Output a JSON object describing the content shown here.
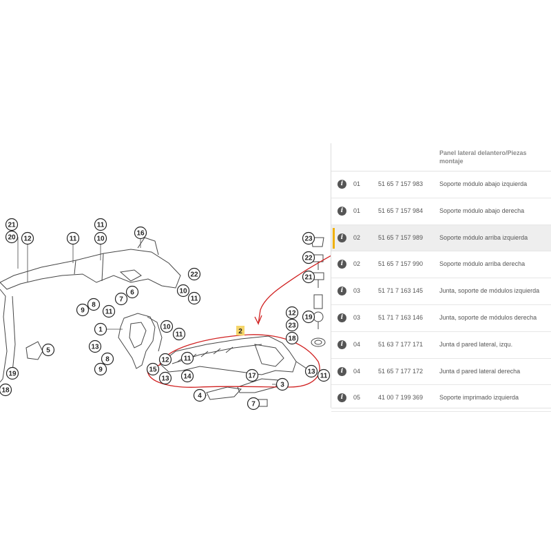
{
  "panel": {
    "title": "Panel lateral delantero/Piezas montaje",
    "rows": [
      {
        "group": "01",
        "part": "51 65 7 157 983",
        "desc": "Soporte módulo abajo izquierda"
      },
      {
        "group": "01",
        "part": "51 65 7 157 984",
        "desc": "Soporte módulo abajo derecha"
      },
      {
        "group": "02",
        "part": "51 65 7 157 989",
        "desc": "Soporte módulo arriba izquierda"
      },
      {
        "group": "02",
        "part": "51 65 7 157 990",
        "desc": "Soporte módulo arriba derecha"
      },
      {
        "group": "03",
        "part": "51 71 7 163 145",
        "desc": "Junta, soporte de módulos izquierda"
      },
      {
        "group": "03",
        "part": "51 71 7 163 146",
        "desc": "Junta, soporte de módulos derecha"
      },
      {
        "group": "04",
        "part": "51 63 7 177 171",
        "desc": "Junta d pared lateral, izqu."
      },
      {
        "group": "04",
        "part": "51 65 7 177 172",
        "desc": "Junta d pared lateral derecha"
      },
      {
        "group": "05",
        "part": "41 00 7 199 369",
        "desc": "Soporte imprimado izquierda"
      }
    ],
    "selected_index": 2,
    "info_icon": "i"
  },
  "diagram": {
    "callouts": [
      "21",
      "20",
      "12",
      "11",
      "11",
      "10",
      "16",
      "22",
      "10",
      "11",
      "9",
      "8",
      "11",
      "7",
      "6",
      "1",
      "13",
      "8",
      "9",
      "10",
      "11",
      "12",
      "15",
      "13",
      "11",
      "14",
      "17",
      "13",
      "11",
      "3",
      "4",
      "7",
      "5",
      "19",
      "18",
      "23",
      "22",
      "21",
      "19",
      "12",
      "23",
      "18",
      "2"
    ],
    "highlight_label": "2"
  },
  "colors": {
    "accent": "#f0b000",
    "annotation": "#d02020",
    "icon": "#555555"
  }
}
